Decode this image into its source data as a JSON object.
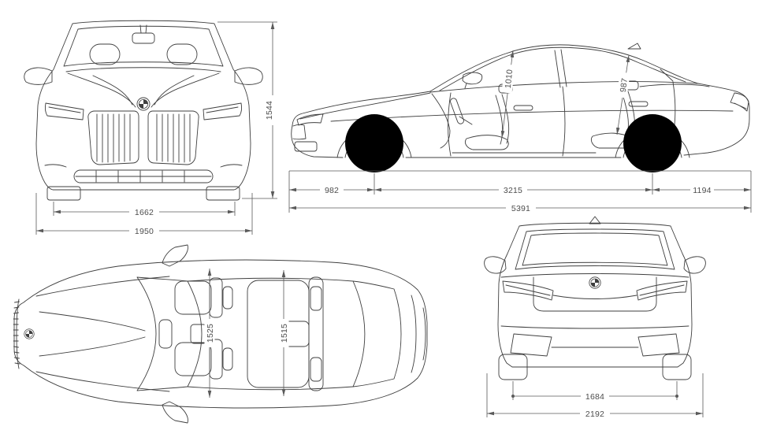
{
  "drawing": {
    "type": "technical-blueprint",
    "views": {
      "front": {
        "dimensions": {
          "overall_height": "1544",
          "front_track": "1662",
          "body_width": "1950"
        }
      },
      "side": {
        "dimensions": {
          "front_headroom": "1010",
          "rear_headroom": "987",
          "front_overhang": "982",
          "wheelbase": "3215",
          "rear_overhang": "1194",
          "overall_length": "5391"
        }
      },
      "top": {
        "dimensions": {
          "front_interior_width": "1525",
          "rear_interior_width": "1515"
        }
      },
      "rear": {
        "dimensions": {
          "rear_track": "1684",
          "overall_width_mirrors": "2192"
        }
      }
    },
    "colors": {
      "line": "#3f3f3f",
      "dimension": "#5a5a5a",
      "label_text": "#4d4d4d",
      "background": "#ffffff"
    },
    "icons": {
      "brand_badge": "bmw-roundel"
    }
  }
}
